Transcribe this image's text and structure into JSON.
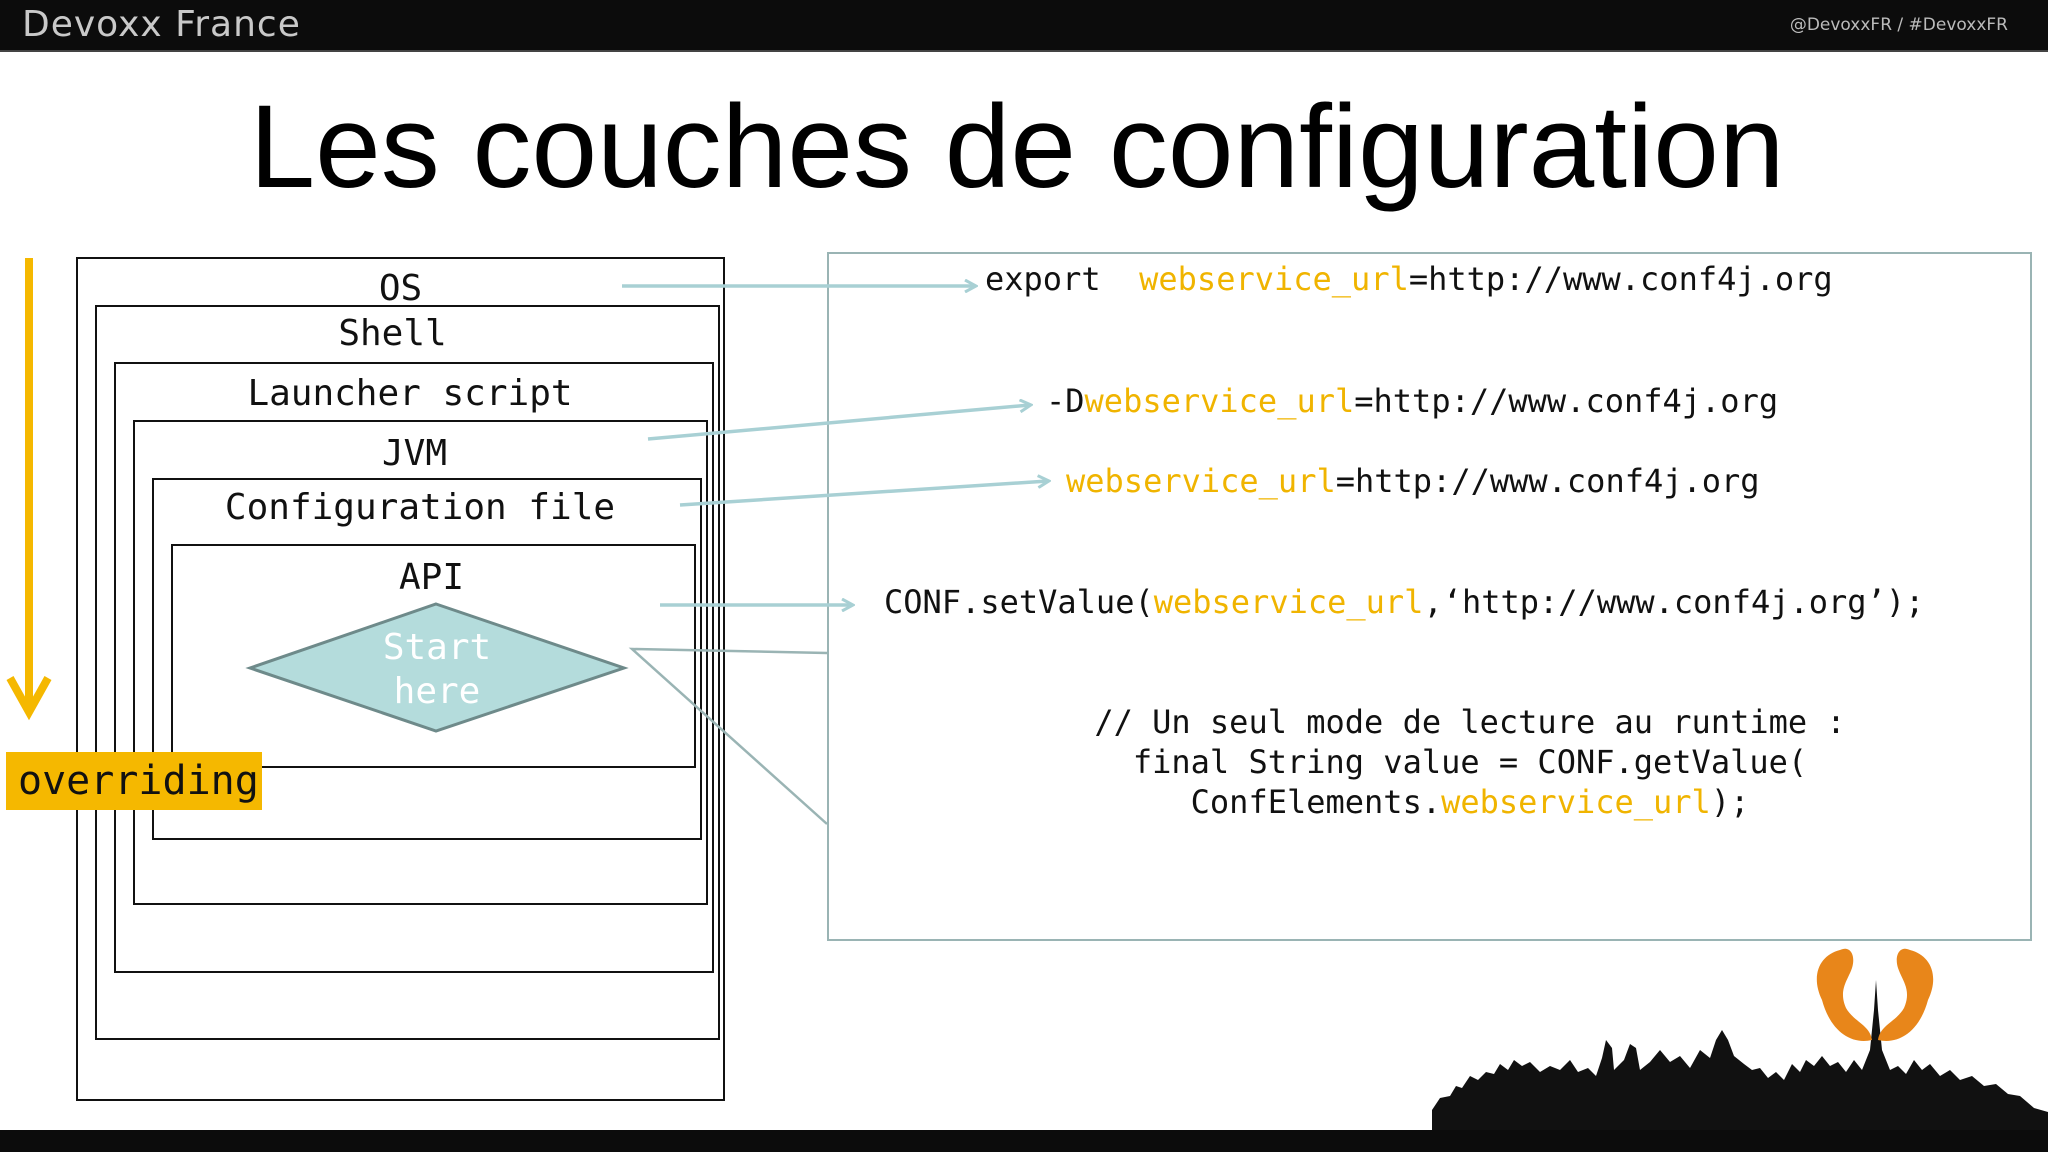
{
  "header": {
    "brand": "Devoxx France",
    "hashtag": "@DevoxxFR / #DevoxxFR"
  },
  "title": "Les couches de configuration",
  "layers": [
    {
      "label": "OS"
    },
    {
      "label": "Shell"
    },
    {
      "label": "Launcher script"
    },
    {
      "label": "JVM"
    },
    {
      "label": "Configuration file"
    },
    {
      "label": "API"
    }
  ],
  "start_shape": {
    "line1": "Start",
    "line2": "here",
    "fill": "#b4dcdc"
  },
  "overriding": {
    "label": "overriding",
    "color": "#f5b800"
  },
  "code": {
    "os_prefix": "export  ",
    "os_key": "webservice_url",
    "os_value": "=http://www.conf4j.org",
    "jvm_prefix": "-D",
    "jvm_key": "webservice_url",
    "jvm_value": "=http://www.conf4j.org",
    "file_key": "webservice_url",
    "file_value": "=http://www.conf4j.org",
    "api_prefix": "CONF.setValue(",
    "api_key": "webservice_url",
    "api_value": ",‘http://www.conf4j.org’);",
    "comment_line1": "// Un seul mode de lecture au runtime :",
    "comment_line2_prefix": "final String value = CONF.getValue(",
    "comment_line3_prefix": "ConfElements.",
    "comment_line3_key": "webservice_url",
    "comment_line3_suffix": ");"
  },
  "colors": {
    "highlight": "#f0b400",
    "arrow": "#a8d0d4",
    "codebox_border": "#9ab4b4"
  }
}
